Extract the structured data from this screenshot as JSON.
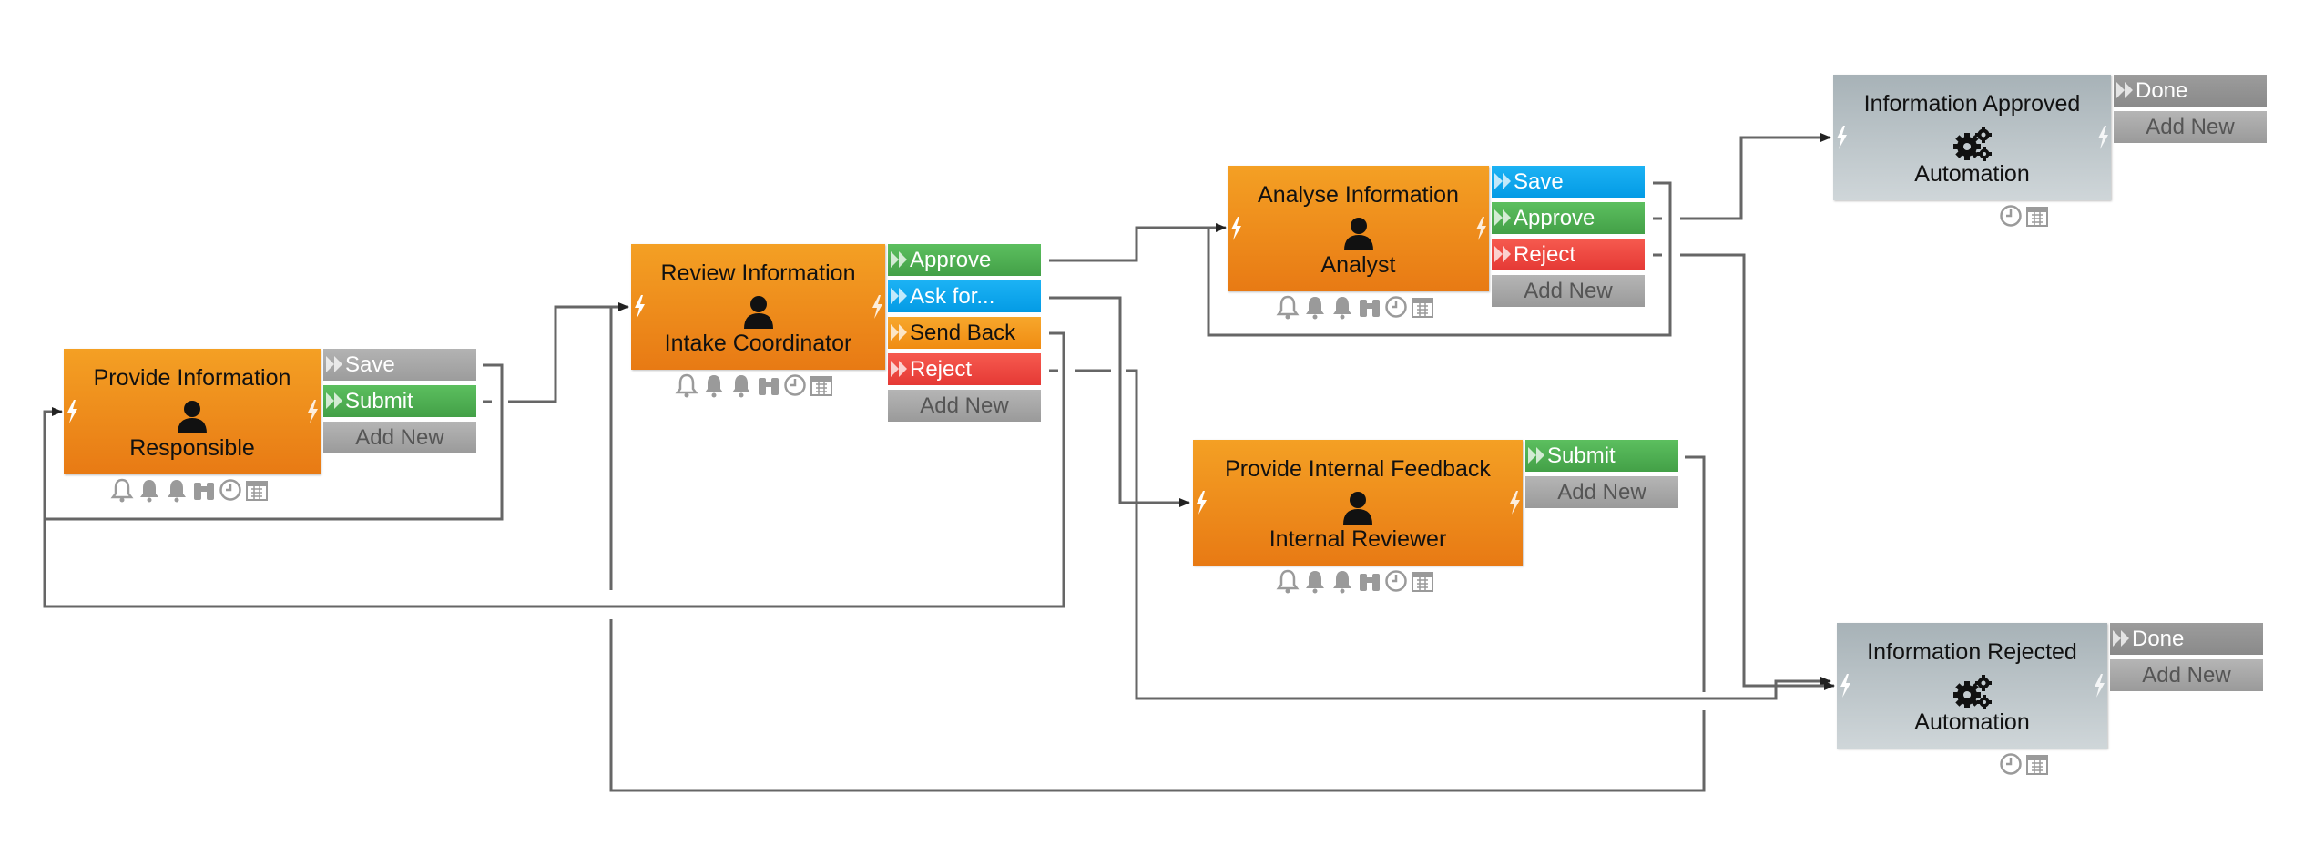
{
  "colors": {
    "user_step": "#ee8a1a",
    "automation_step": "#bcc5c9",
    "connector": "#666666",
    "action_gray": "#a6a6a6",
    "action_green": "#4caf50",
    "action_blue": "#0aa6ee",
    "action_orange": "#f39a1e",
    "action_red": "#f4433b",
    "icon_gray": "#9a9a9a"
  },
  "steps": [
    {
      "id": "provide-information",
      "title": "Provide Information",
      "role": "Responsible",
      "kind": "user",
      "actions": [
        {
          "label": "Save",
          "color": "gray"
        },
        {
          "label": "Submit",
          "color": "green"
        },
        {
          "label": "Add New",
          "color": "addnew"
        }
      ],
      "icons": [
        "bell-outline-icon",
        "bell-icon",
        "bell-icon",
        "binoculars-icon",
        "clock-icon",
        "calendar-icon"
      ]
    },
    {
      "id": "review-information",
      "title": "Review Information",
      "role": "Intake Coordinator",
      "kind": "user",
      "actions": [
        {
          "label": "Approve",
          "color": "green"
        },
        {
          "label": "Ask for...",
          "color": "blue"
        },
        {
          "label": "Send Back",
          "color": "orange"
        },
        {
          "label": "Reject",
          "color": "red"
        },
        {
          "label": "Add New",
          "color": "addnew"
        }
      ],
      "icons": [
        "bell-outline-icon",
        "bell-icon",
        "bell-icon",
        "binoculars-icon",
        "clock-icon",
        "calendar-icon"
      ]
    },
    {
      "id": "analyse-information",
      "title": "Analyse Information",
      "role": "Analyst",
      "kind": "user",
      "actions": [
        {
          "label": "Save",
          "color": "blue"
        },
        {
          "label": "Approve",
          "color": "green"
        },
        {
          "label": "Reject",
          "color": "red"
        },
        {
          "label": "Add New",
          "color": "addnew"
        }
      ],
      "icons": [
        "bell-outline-icon",
        "bell-icon",
        "bell-icon",
        "binoculars-icon",
        "clock-icon",
        "calendar-icon"
      ]
    },
    {
      "id": "provide-internal-feedback",
      "title": "Provide Internal Feedback",
      "role": "Internal Reviewer",
      "kind": "user",
      "actions": [
        {
          "label": "Submit",
          "color": "green"
        },
        {
          "label": "Add New",
          "color": "addnew"
        }
      ],
      "icons": [
        "bell-outline-icon",
        "bell-icon",
        "bell-icon",
        "binoculars-icon",
        "clock-icon",
        "calendar-icon"
      ]
    },
    {
      "id": "information-approved",
      "title": "Information Approved",
      "role": "Automation",
      "kind": "auto",
      "actions": [
        {
          "label": "Done",
          "color": "gray"
        },
        {
          "label": "Add New",
          "color": "addnew"
        }
      ],
      "icons": [
        "clock-icon",
        "calendar-icon"
      ]
    },
    {
      "id": "information-rejected",
      "title": "Information Rejected",
      "role": "Automation",
      "kind": "auto",
      "actions": [
        {
          "label": "Done",
          "color": "gray"
        },
        {
          "label": "Add New",
          "color": "addnew"
        }
      ],
      "icons": [
        "clock-icon",
        "calendar-icon"
      ]
    }
  ]
}
